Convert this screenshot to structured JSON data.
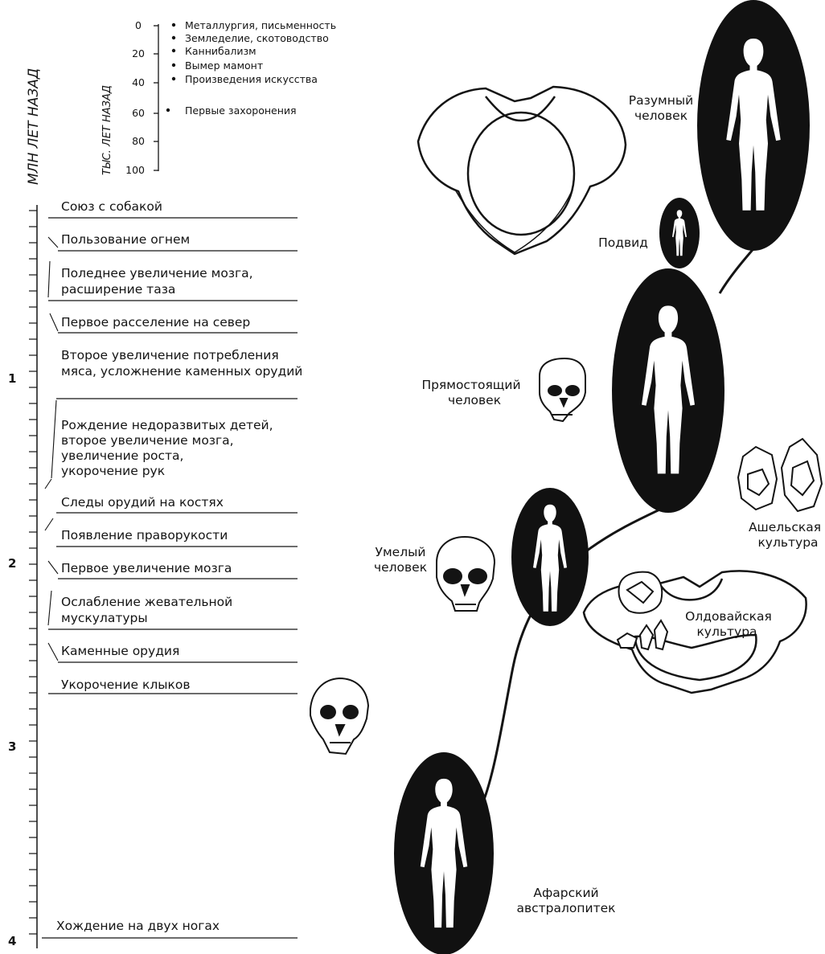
{
  "axis_title": "МЛН ЛЕТ НАЗАД",
  "axis_ticks": [
    "1",
    "2",
    "3",
    "4"
  ],
  "inset": {
    "title": "ТЫС. ЛЕТ НАЗАД",
    "ticks": [
      "0",
      "20",
      "40",
      "60",
      "80",
      "100"
    ],
    "events": [
      "Металлургия, письменность",
      "Земледелие, скотоводство",
      "Каннибализм",
      "Вымер мамонт",
      "Произведения искусства",
      "Первые захоронения"
    ]
  },
  "events": [
    {
      "lines": [
        "Союз с собакой"
      ]
    },
    {
      "lines": [
        "Пользование огнем"
      ]
    },
    {
      "lines": [
        "Поледнее увеличение мозга,",
        "расширение таза"
      ]
    },
    {
      "lines": [
        "Первое  расселение на север"
      ]
    },
    {
      "lines": [
        "Второе увеличение потребления",
        "мяса, усложнение каменных орудий"
      ]
    },
    {
      "lines": [
        "Рождение недоразвитых детей,",
        "второе увеличение мозга,",
        "увеличение роста,",
        "укорочение рук"
      ]
    },
    {
      "lines": [
        "Следы орудий на костях"
      ]
    },
    {
      "lines": [
        "Появление праворукости"
      ]
    },
    {
      "lines": [
        "Первое увеличение мозга"
      ]
    },
    {
      "lines": [
        "Ослабление жевательной",
        "мускулатуры"
      ]
    },
    {
      "lines": [
        "Каменные орудия"
      ]
    },
    {
      "lines": [
        "Укорочение клыков"
      ]
    },
    {
      "lines": [
        "Хождение на двух ногах"
      ]
    }
  ],
  "species": {
    "sapiens": [
      "Разумный",
      "человек"
    ],
    "subspecies": [
      "Подвид"
    ],
    "erectus": [
      "Прямостоящий",
      "человек"
    ],
    "habilis": [
      "Умелый",
      "человек"
    ],
    "afarensis": [
      "Афарский",
      "австралопитек"
    ]
  },
  "cultures": {
    "acheulean": [
      "Ашельская",
      "культура"
    ],
    "oldowan": [
      "Олдовайская",
      "культура"
    ]
  }
}
